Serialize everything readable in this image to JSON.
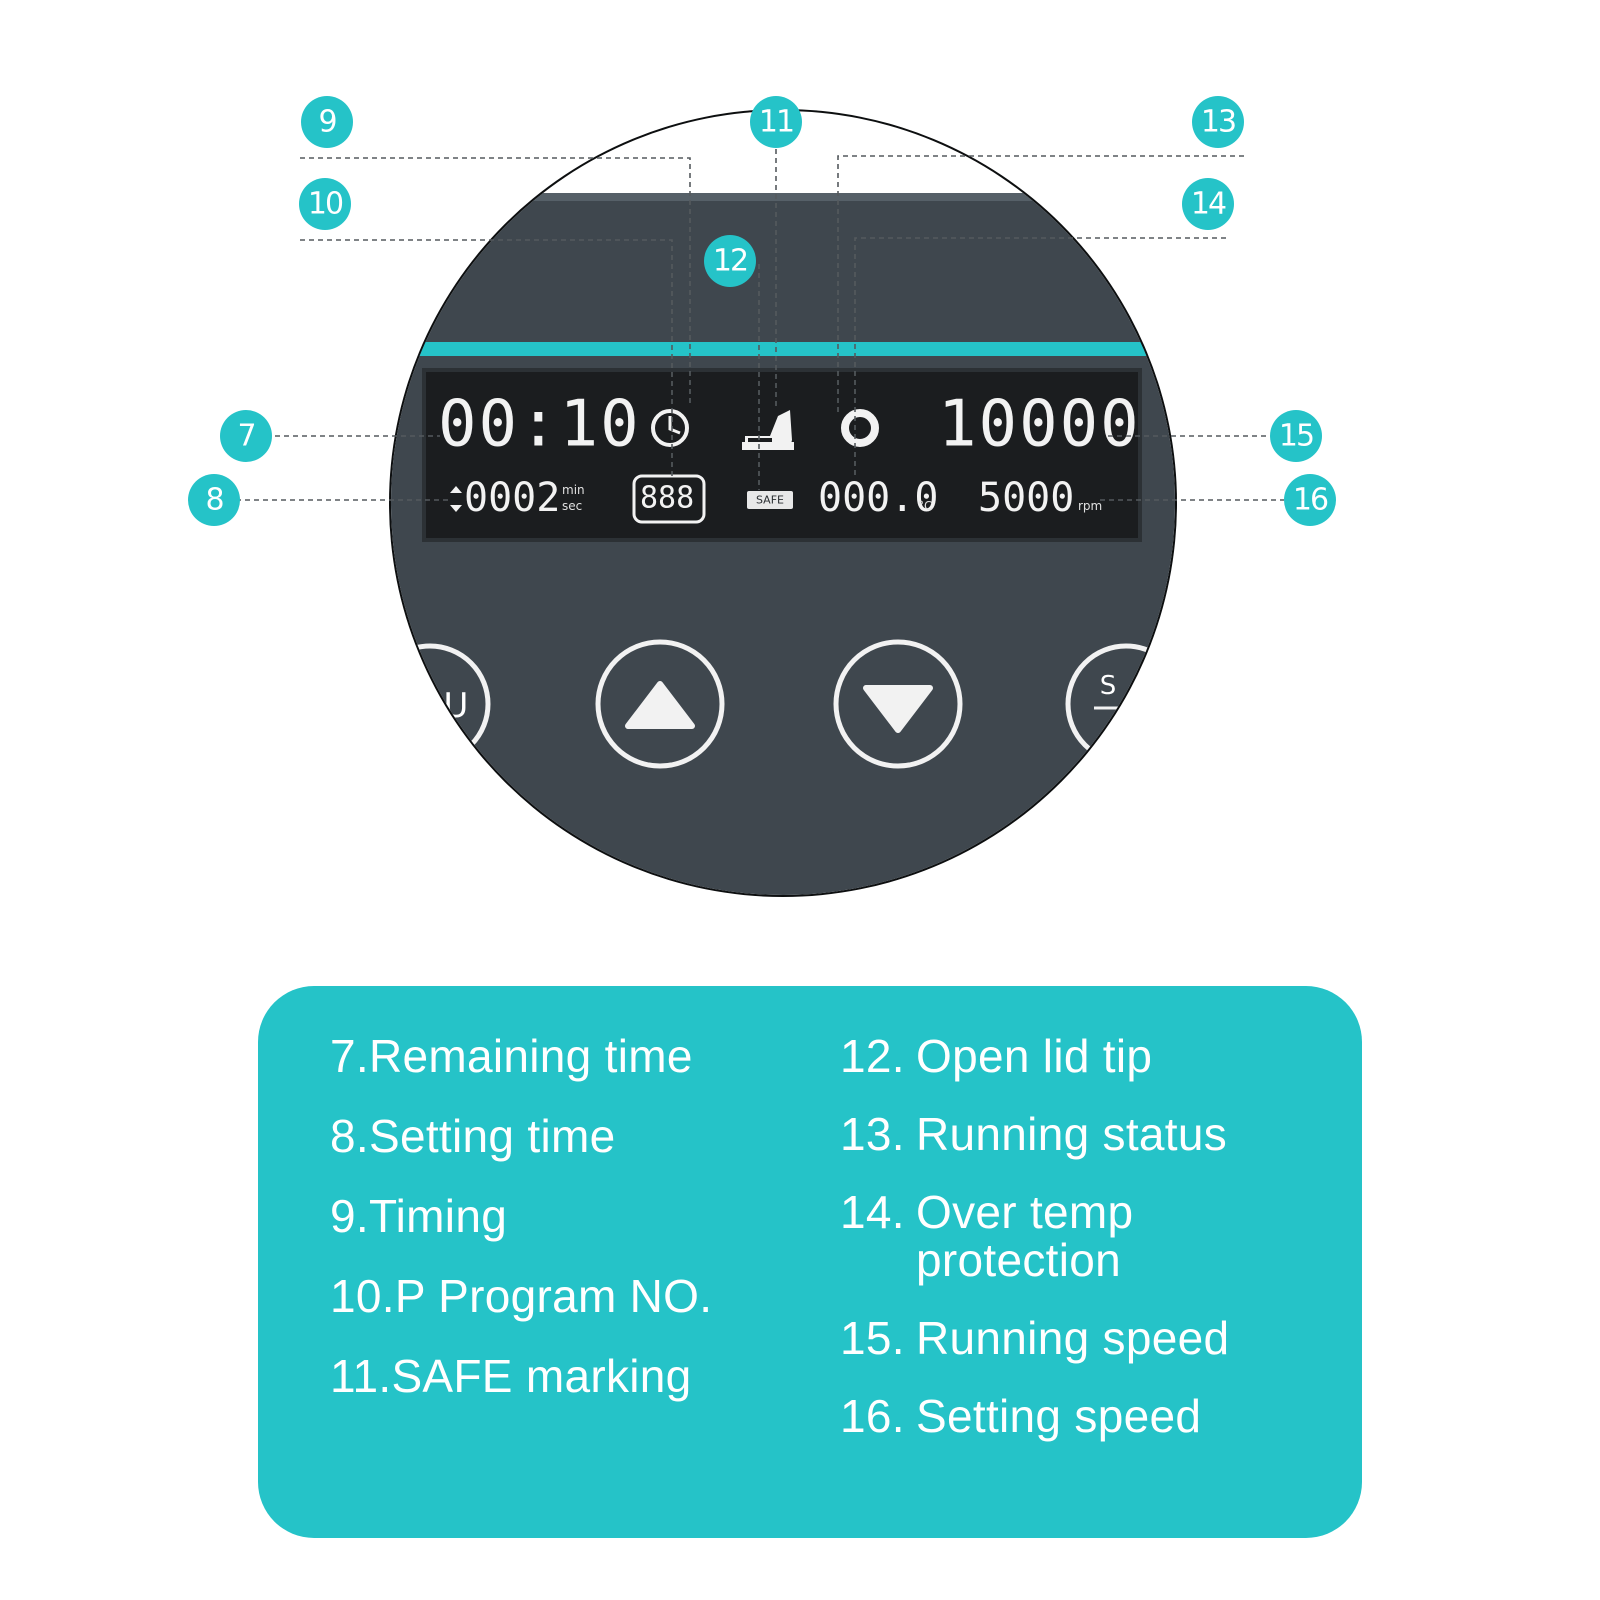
{
  "colors": {
    "accent": "#25c3c8",
    "panel": "#3f474e",
    "lcd": "#1b1d1f",
    "text_on_accent": "#ffffff"
  },
  "callouts": [
    "7",
    "8",
    "9",
    "10",
    "11",
    "12",
    "13",
    "14",
    "15",
    "16"
  ],
  "display": {
    "remaining_time": "00:10",
    "setting_time": "0002",
    "setting_time_unit_top": "min",
    "setting_time_unit_bottom": "sec",
    "program_no": "888",
    "safe_label": "SAFE",
    "temperature": "000.0",
    "temperature_unit": "°C",
    "running_speed": "10000",
    "setting_speed": "5000",
    "speed_unit": "rpm",
    "icons": [
      "clock-icon",
      "open-lid-icon",
      "running-status-icon",
      "updown-arrow-icon"
    ]
  },
  "buttons": {
    "menu_partial": "U",
    "up": "up-arrow-icon",
    "down": "down-arrow-icon",
    "set_partial": "S"
  },
  "legend": {
    "left": [
      {
        "num": "7.",
        "label": "Remaining time"
      },
      {
        "num": "8.",
        "label": "Setting time"
      },
      {
        "num": "9.",
        "label": "Timing"
      },
      {
        "num": "10.",
        "label": "P Program NO."
      },
      {
        "num": "11.",
        "label": "SAFE marking"
      }
    ],
    "right": [
      {
        "num": "12.",
        "label": "Open lid tip"
      },
      {
        "num": "13.",
        "label": "Running status"
      },
      {
        "num": "14.",
        "label": "Over temp protection"
      },
      {
        "num": "15.",
        "label": "Running speed"
      },
      {
        "num": "16.",
        "label": "Setting speed"
      }
    ]
  }
}
